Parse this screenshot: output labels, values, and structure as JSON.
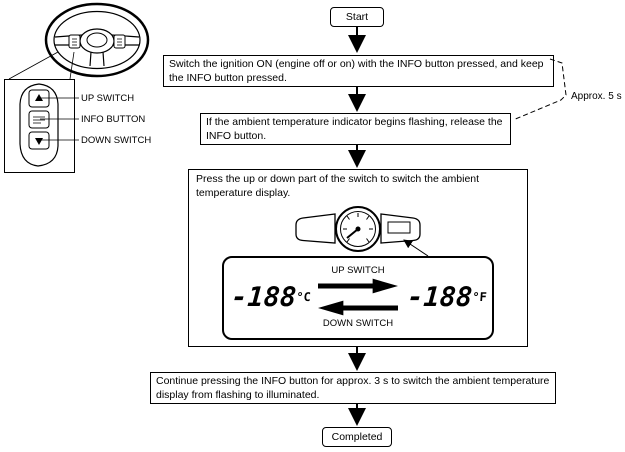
{
  "flowchart": {
    "start_label": "Start",
    "step1_text": "Switch the ignition ON (engine off or on) with the INFO button pressed, and keep the INFO button pressed.",
    "approx_label": "Approx. 5 s",
    "step2_text": "If the ambient temperature indicator begins flashing, release the INFO button.",
    "step3_text": "Press the up or down part of the switch to switch the ambient temperature display.",
    "step4_text": "Continue pressing the INFO button for approx. 3 s to switch the ambient temperature display from flashing to illuminated.",
    "completed_label": "Completed"
  },
  "steering_callout": {
    "up_switch_label": "UP SWITCH",
    "info_button_label": "INFO BUTTON",
    "down_switch_label": "DOWN SWITCH"
  },
  "temperature_display": {
    "celsius_value": "-188",
    "celsius_unit": "°C",
    "fahrenheit_value": "-188",
    "fahrenheit_unit": "°F",
    "up_switch_caption": "UP SWITCH",
    "down_switch_caption": "DOWN SWITCH"
  },
  "colors": {
    "line": "#000000",
    "background": "#ffffff"
  }
}
